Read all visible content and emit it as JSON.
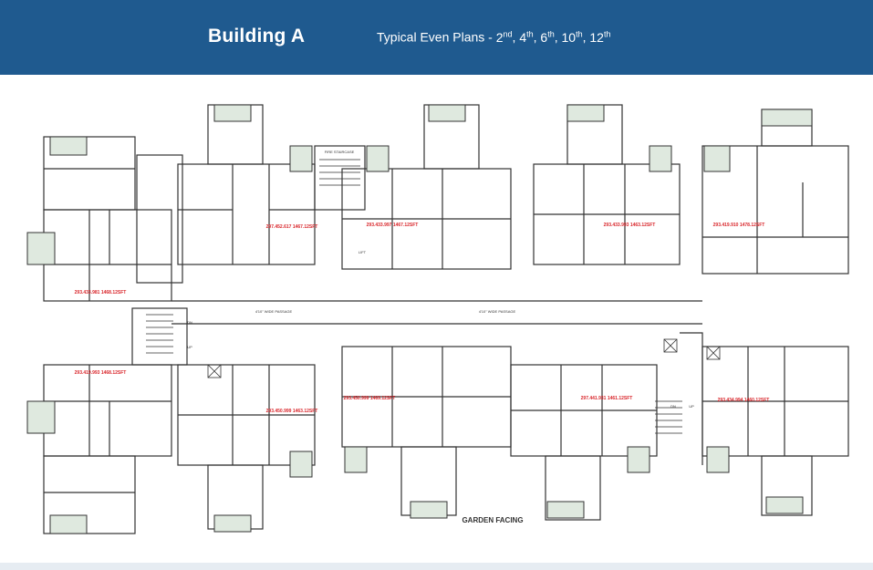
{
  "header": {
    "building": "Building A",
    "subtitle_prefix": "Typical Even Plans - ",
    "floors": [
      {
        "num": "2",
        "suffix": "nd"
      },
      {
        "num": "4",
        "suffix": "th"
      },
      {
        "num": "6",
        "suffix": "th"
      },
      {
        "num": "10",
        "suffix": "th"
      },
      {
        "num": "12",
        "suffix": "th"
      }
    ]
  },
  "colors": {
    "header_bg": "#1f5a8f",
    "wall": "#333333",
    "terrace_fill": "#dfe9df",
    "area_red": "#d9262b",
    "label": "#333333"
  },
  "labels": {
    "garden_facing": "GARDEN FACING",
    "passage": "4'10\" WIDE PASSAGE",
    "staircase": "FIRE STAIRCASE",
    "lift": "LIFT",
    "up": "UP",
    "dn": "DN"
  },
  "units": [
    {
      "area": "293.433.981 1468.12SFT"
    },
    {
      "area": "293.419.993 1468.12SFT"
    },
    {
      "area": "297.452.617 1467.12SFT"
    },
    {
      "area": "293.433.997 1467.12SFT"
    },
    {
      "area": "293.433.993 1463.12SFT"
    },
    {
      "area": "293.419.910 1478.12SFT"
    },
    {
      "area": "293.450.999 1463.12SFT"
    },
    {
      "area": "293.450.999 1469.12SFT"
    },
    {
      "area": "297.441.931 1461.12SFT"
    },
    {
      "area": "293.434.994 1460.12SFT"
    }
  ]
}
